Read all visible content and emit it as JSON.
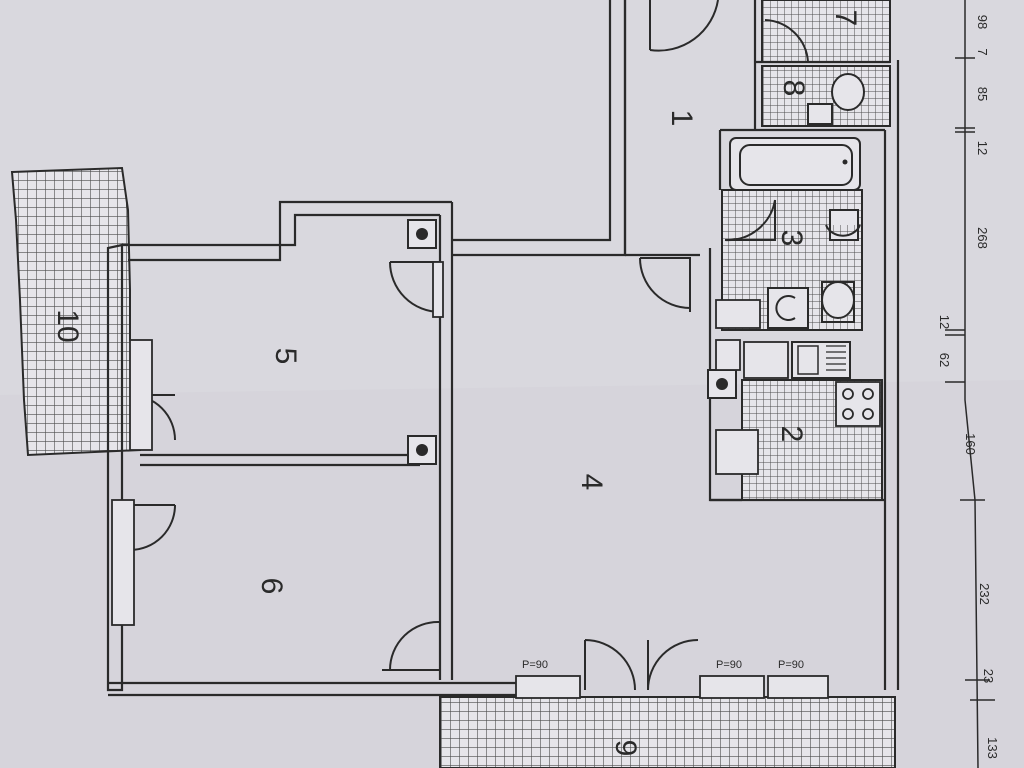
{
  "rooms": [
    {
      "id": "1",
      "label": "1"
    },
    {
      "id": "2",
      "label": "2"
    },
    {
      "id": "3",
      "label": "3"
    },
    {
      "id": "4",
      "label": "4"
    },
    {
      "id": "5",
      "label": "5"
    },
    {
      "id": "6",
      "label": "6"
    },
    {
      "id": "7",
      "label": "7"
    },
    {
      "id": "8",
      "label": "8"
    },
    {
      "id": "9",
      "label": "9"
    },
    {
      "id": "10",
      "label": "10"
    }
  ],
  "dimensions": [
    "98",
    "7",
    "85",
    "12",
    "268",
    "12",
    "62",
    "160",
    "232",
    "23",
    "133"
  ],
  "window_tags": [
    "P=90",
    "P=90",
    "P=90"
  ],
  "colors": {
    "paper": "#d9d8de",
    "ink": "#2a2a2a",
    "tile": "#5a5a5a"
  }
}
